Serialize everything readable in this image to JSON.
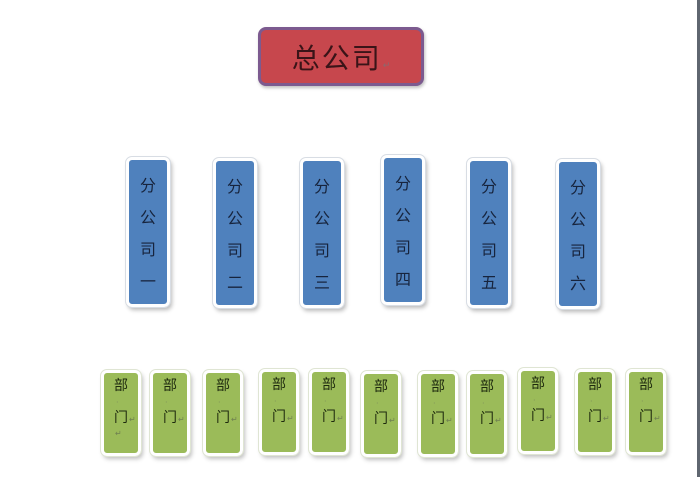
{
  "root": {
    "label": "总公司",
    "color": "#c7474d",
    "border_color": "#7c5a8f"
  },
  "branches": [
    {
      "chars": [
        "分",
        "公",
        "司",
        "一"
      ]
    },
    {
      "chars": [
        "分",
        "公",
        "司",
        "二"
      ]
    },
    {
      "chars": [
        "分",
        "公",
        "司",
        "三"
      ]
    },
    {
      "chars": [
        "分",
        "公",
        "司",
        "四"
      ]
    },
    {
      "chars": [
        "分",
        "公",
        "司",
        "五"
      ]
    },
    {
      "chars": [
        "分",
        "公",
        "司",
        "六"
      ]
    }
  ],
  "branch_color": "#4f81bd",
  "departments": [
    {
      "chars": [
        "部",
        "门"
      ]
    },
    {
      "chars": [
        "部",
        "门"
      ]
    },
    {
      "chars": [
        "部",
        "门"
      ]
    },
    {
      "chars": [
        "部",
        "门"
      ]
    },
    {
      "chars": [
        "部",
        "门"
      ]
    },
    {
      "chars": [
        "部",
        "门"
      ]
    },
    {
      "chars": [
        "部",
        "门"
      ]
    },
    {
      "chars": [
        "部",
        "门"
      ]
    },
    {
      "chars": [
        "部",
        "门"
      ]
    },
    {
      "chars": [
        "部",
        "门"
      ]
    },
    {
      "chars": [
        "部",
        "门"
      ]
    }
  ],
  "department_color": "#9bbb59",
  "marks": {
    "return": "↵",
    "dot": "·"
  }
}
